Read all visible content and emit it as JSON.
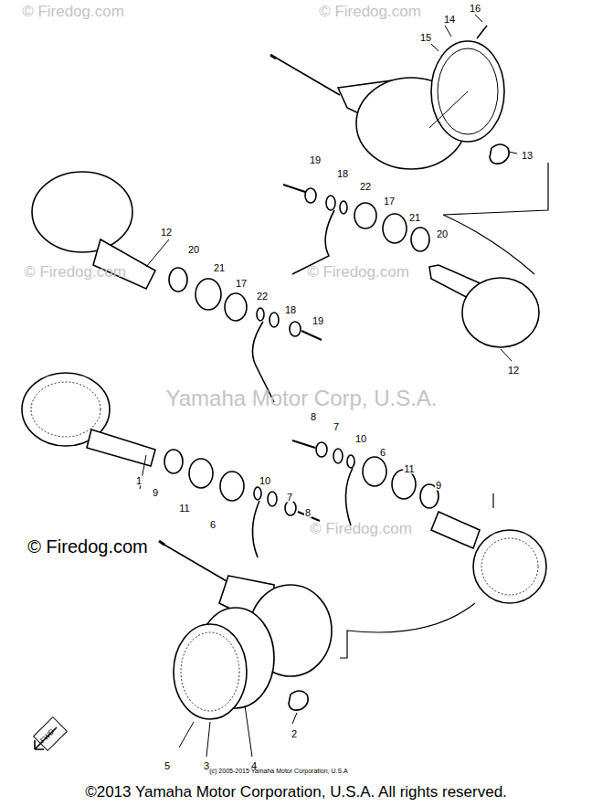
{
  "diagram": {
    "caption": "©2013 Yamaha Motor Corporation, U.S.A. All rights reserved.",
    "labels": [
      "© Firedog.com",
      "© Firedog.com",
      "16",
      "14",
      "15",
      "13",
      "19",
      "18",
      "22",
      "17",
      "21",
      "20",
      "12",
      "20",
      "21",
      "17",
      "22",
      "18",
      "19",
      "© Firedog.com",
      "© Firedog.com",
      "12",
      "Yamaha Motor Corp, U.S.A.",
      "8",
      "7",
      "10",
      "6",
      "11",
      "9",
      "1",
      "9",
      "11",
      "6",
      "10",
      "7",
      "8",
      "© Firedog.com",
      "© Firedog.com",
      "2",
      "5",
      "3",
      "4",
      "FWD",
      "(c) 2005-2015 Yamaha Motor Corporation, U.S.A"
    ]
  }
}
